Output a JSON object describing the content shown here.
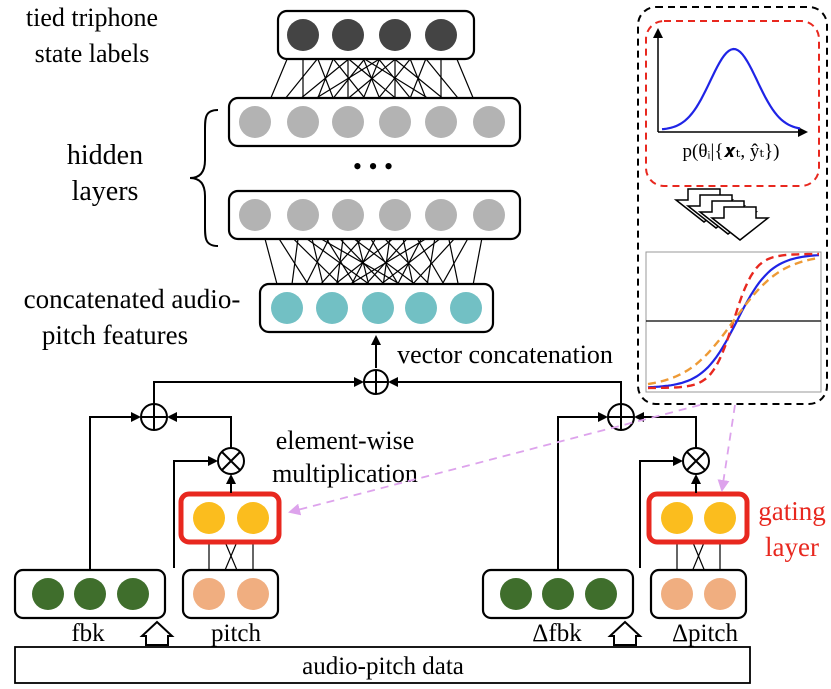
{
  "labels": {
    "output_line1": "tied triphone",
    "output_line2": "state labels",
    "hidden_line1": "hidden",
    "hidden_line2": "layers",
    "ellipsis": "• • •",
    "concat_line1": "concatenated audio-",
    "concat_line2": "pitch features",
    "vector_concat": "vector concatenation",
    "elementwise_line1": "element-wise",
    "elementwise_line2": "multiplication",
    "gating_line1": "gating",
    "gating_line2": "layer",
    "fbk": "fbk",
    "pitch": "pitch",
    "delta_fbk": "Δfbk",
    "delta_pitch": "Δpitch",
    "audio_pitch_data": "audio-pitch data",
    "posterior_formula": "p(θᵢ|{𝒙ₜ, ŷₜ})"
  },
  "colors": {
    "output_node": "#444444",
    "hidden_node": "#b3b3b3",
    "concat_node": "#72c0c4",
    "gating_node": "#fbbd1e",
    "pitch_node": "#f0ae80",
    "fbk_node": "#3f6e2c",
    "gating_highlight": "#e8281f",
    "dashed_border": "#e8281f",
    "pink_arrow": "#dda3ec",
    "gaussian_curve": "#1f24e6",
    "sigmoid_blue": "#1f24e6",
    "sigmoid_red": "#e8281f",
    "sigmoid_orange": "#ee9a35"
  }
}
